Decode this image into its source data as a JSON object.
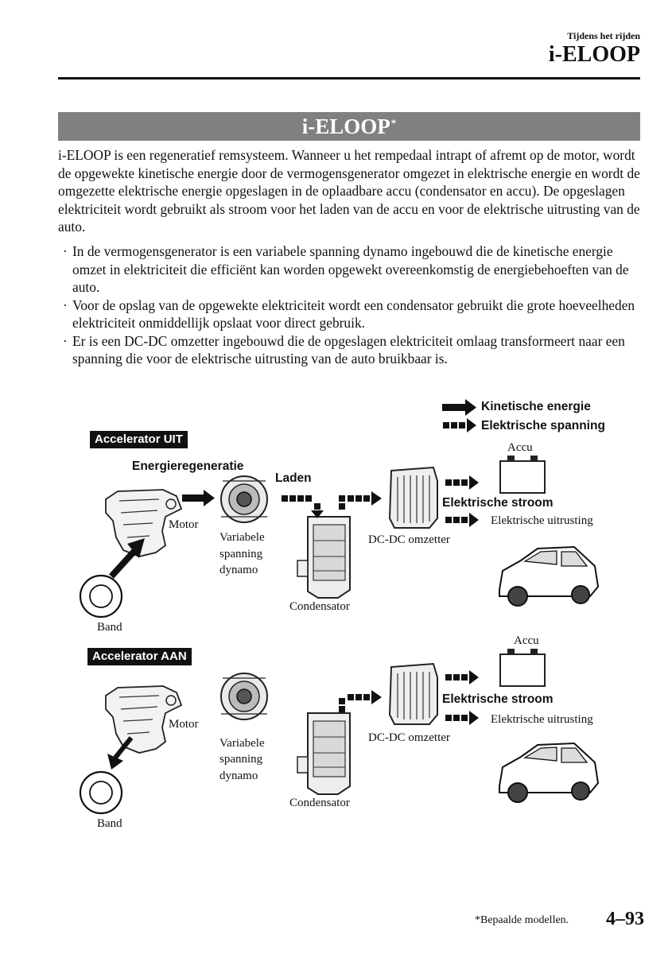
{
  "header": {
    "section": "Tijdens het rijden",
    "title": "i-ELOOP"
  },
  "banner": {
    "title": "i-ELOOP",
    "asterisk": "*"
  },
  "intro": "i-ELOOP is een regeneratief remsysteem. Wanneer u het rempedaal intrapt of afremt op de motor, wordt de opgewekte kinetische energie door de vermogensgenerator omgezet in elektrische energie en wordt de omgezette elektrische energie opgeslagen in de oplaadbare accu (condensator en accu). De opgeslagen elektriciteit wordt gebruikt als stroom voor het laden van de accu en voor de elektrische uitrusting van de auto.",
  "bullets": [
    "In de vermogensgenerator is een variabele spanning dynamo ingebouwd die de kinetische energie omzet in elektriciteit die efficiënt kan worden opgewekt overeenkomstig de energiebehoeften van de auto.",
    "Voor de opslag van de opgewekte elektriciteit wordt een condensator gebruikt die grote hoeveelheden elektriciteit onmiddellijk opslaat voor direct gebruik.",
    "Er is een DC-DC omzetter ingebouwd die de opgeslagen elektriciteit omlaag transformeert naar een spanning die voor de elektrische uitrusting van de auto bruikbaar is."
  ],
  "legend": {
    "kinetic": "Kinetische energie",
    "electric": "Elektrische spanning"
  },
  "diagram1": {
    "tag": "Accelerator UIT",
    "regen": "Energieregeneratie",
    "charge": "Laden",
    "motor": "Motor",
    "dynamo": [
      "Variabele",
      "spanning",
      "dynamo"
    ],
    "condensator": "Condensator",
    "dcdc": "DC-DC omzetter",
    "accu": "Accu",
    "stroom": "Elektrische stroom",
    "uitrusting": "Elektrische uitrusting",
    "band": "Band"
  },
  "diagram2": {
    "tag": "Accelerator AAN",
    "motor": "Motor",
    "dynamo": [
      "Variabele",
      "spanning",
      "dynamo"
    ],
    "condensator": "Condensator",
    "dcdc": "DC-DC omzetter",
    "accu": "Accu",
    "stroom": "Elektrische stroom",
    "uitrusting": "Elektrische uitrusting",
    "band": "Band"
  },
  "footer": {
    "note": "*Bepaalde modellen.",
    "page": "4–93"
  },
  "colors": {
    "banner": "#808080",
    "ink": "#111111"
  }
}
